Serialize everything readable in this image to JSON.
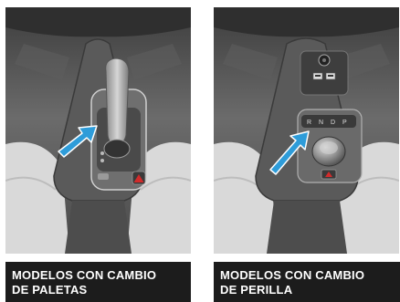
{
  "panels": [
    {
      "caption": "MODELOS CON CAMBIO\nDE PALETAS"
    },
    {
      "caption": "MODELOS CON CAMBIO\nDE PERILLA"
    }
  ],
  "knob_gear_letters": [
    "R",
    "N",
    "D",
    "P"
  ],
  "colors": {
    "interior_dark": "#4a4a4a",
    "console": "#555555",
    "seat": "#d8d8d8",
    "arrow_blue": "#2e9cd9",
    "hazard_red": "#d22b2b",
    "caption_bg": "#1c1c1c",
    "caption_text": "#ffffff"
  },
  "icons": [
    "blue-arrow-icon",
    "hazard-warning-icon",
    "usb-port-icon",
    "power-outlet-icon"
  ]
}
